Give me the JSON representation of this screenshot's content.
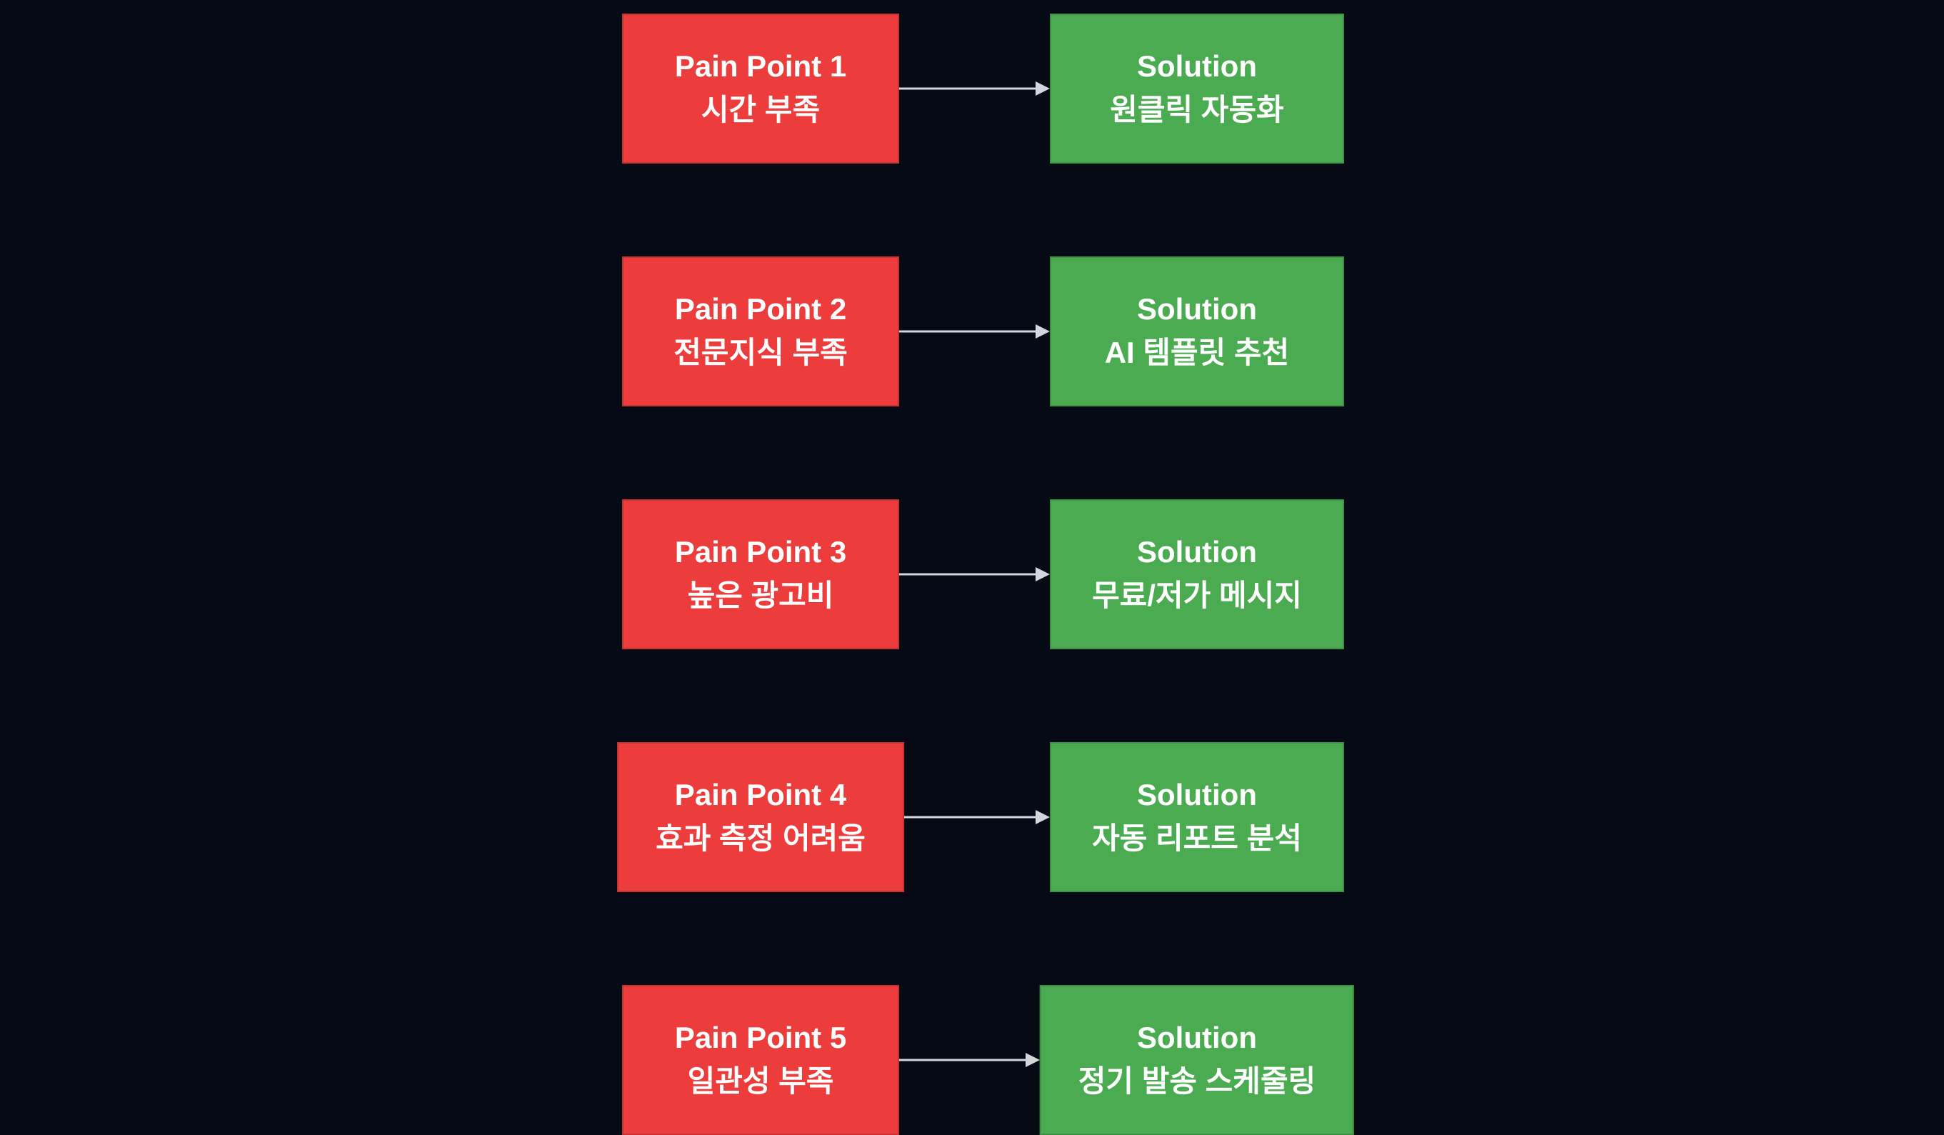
{
  "diagram": {
    "rows": [
      {
        "pain": {
          "title": "Pain Point 1",
          "subtitle": "시간 부족"
        },
        "solution": {
          "title": "Solution",
          "subtitle": "원클릭 자동화"
        }
      },
      {
        "pain": {
          "title": "Pain Point 2",
          "subtitle": "전문지식 부족"
        },
        "solution": {
          "title": "Solution",
          "subtitle": "AI 템플릿 추천"
        }
      },
      {
        "pain": {
          "title": "Pain Point 3",
          "subtitle": "높은 광고비"
        },
        "solution": {
          "title": "Solution",
          "subtitle": "무료/저가 메시지"
        }
      },
      {
        "pain": {
          "title": "Pain Point 4",
          "subtitle": "효과 측정 어려움"
        },
        "solution": {
          "title": "Solution",
          "subtitle": "자동 리포트 분석"
        }
      },
      {
        "pain": {
          "title": "Pain Point 5",
          "subtitle": "일관성 부족"
        },
        "solution": {
          "title": "Solution",
          "subtitle": "정기 발송 스케줄링"
        }
      }
    ],
    "colors": {
      "background": "#050a14",
      "pain_box": "#ed3c3c",
      "solution_box": "#4aab50",
      "arrow": "#d3d7dc",
      "text": "#ffffff"
    }
  }
}
